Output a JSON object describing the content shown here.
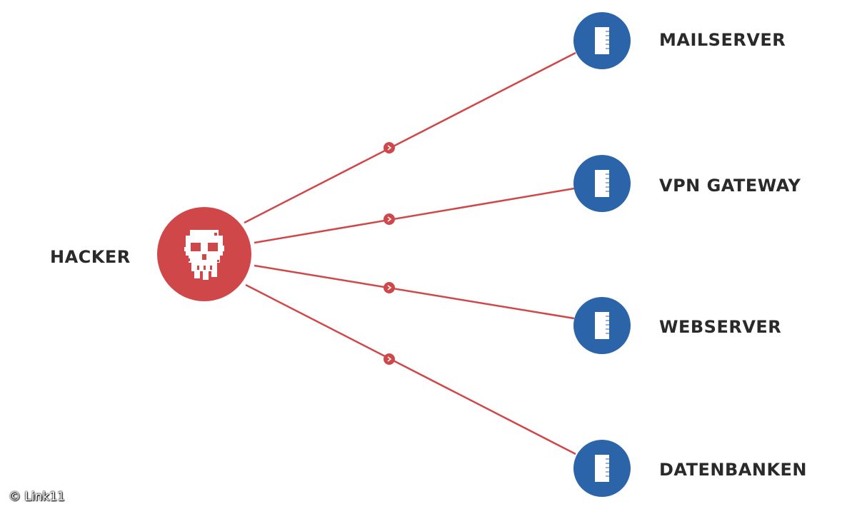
{
  "hacker": {
    "label": "HACKER",
    "icon": "skull-icon"
  },
  "targets": [
    {
      "key": "mailserver",
      "label": "MAILSERVER",
      "icon": "server-icon"
    },
    {
      "key": "vpn-gateway",
      "label": "VPN GATEWAY",
      "icon": "server-icon"
    },
    {
      "key": "webserver",
      "label": "WEBSERVER",
      "icon": "server-icon"
    },
    {
      "key": "datenbanken",
      "label": "DATENBANKEN",
      "icon": "server-icon"
    }
  ],
  "colors": {
    "attack_red": "#d0474a",
    "server_blue": "#2b64a8",
    "label": "#2a2a2a"
  },
  "copyright": "© Link11"
}
